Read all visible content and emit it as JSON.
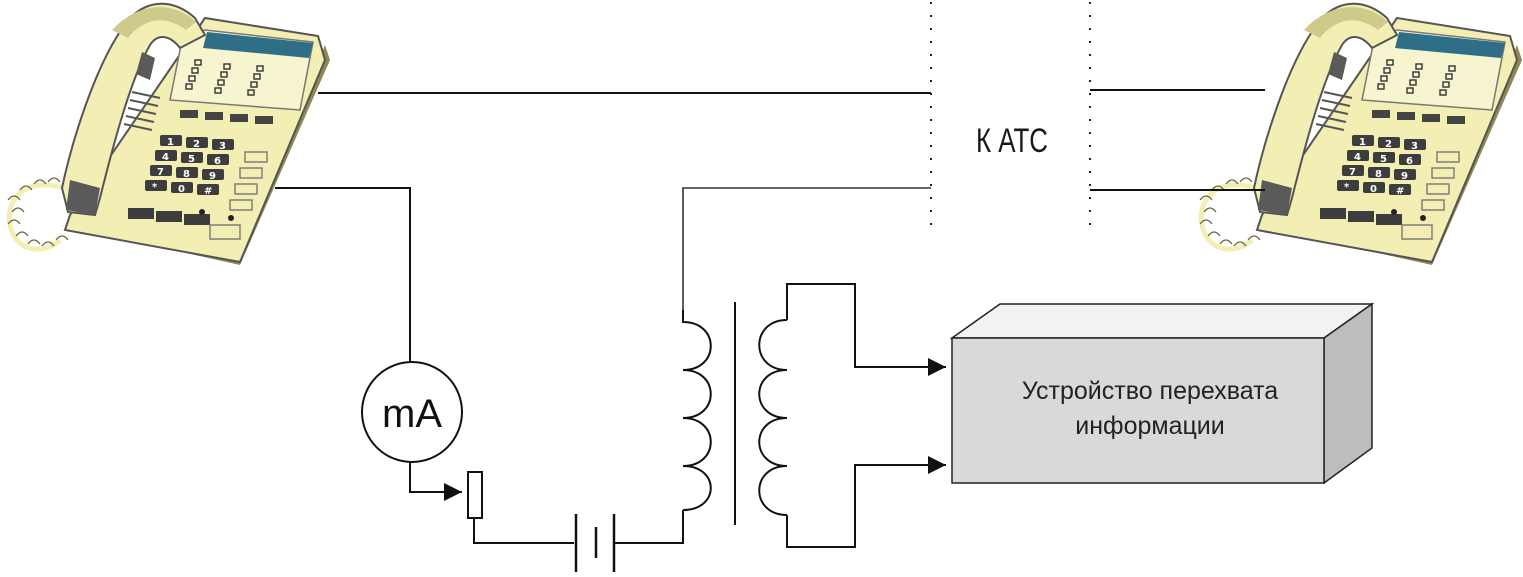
{
  "labels": {
    "exchange": "К АТС",
    "meter": "mA",
    "device_line1": "Устройство перехвата",
    "device_line2": "информации"
  },
  "icons": {
    "left_phone": "desk-telephone-icon",
    "right_phone": "desk-telephone-icon",
    "meter": "milliammeter-icon",
    "resistor": "variable-resistor-icon",
    "battery": "battery-icon",
    "transformer": "transformer-icon",
    "device": "interception-device-box-icon"
  },
  "colors": {
    "phone_body": "#f3eeb3",
    "phone_shade": "#cfc98a",
    "phone_dark": "#3d3d3d",
    "display": "#2e6e86",
    "device_face": "#d9d9d9",
    "device_side": "#bdbdbd",
    "wire": "#111111"
  }
}
